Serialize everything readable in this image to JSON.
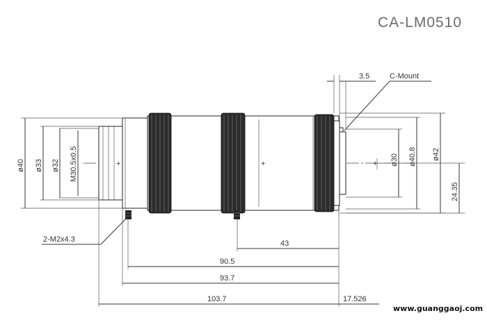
{
  "title": "CA-LM0510",
  "labels": {
    "c_mount": "C-Mount",
    "flange_3_5": "3.5",
    "screw": "2-M2x4.3",
    "d40": "ø40",
    "d33": "ø33",
    "d32": "ø32",
    "thread": "M30.5x0.5",
    "d30": "ø30",
    "d40_8": "ø40.8",
    "d42": "ø42",
    "h24_35": "24.35",
    "l43": "43",
    "l90_5": "90.5",
    "l93_7": "93.7",
    "l103_7": "103.7",
    "l17_526": "17.526"
  },
  "watermark": "www.guanggaoj.com"
}
